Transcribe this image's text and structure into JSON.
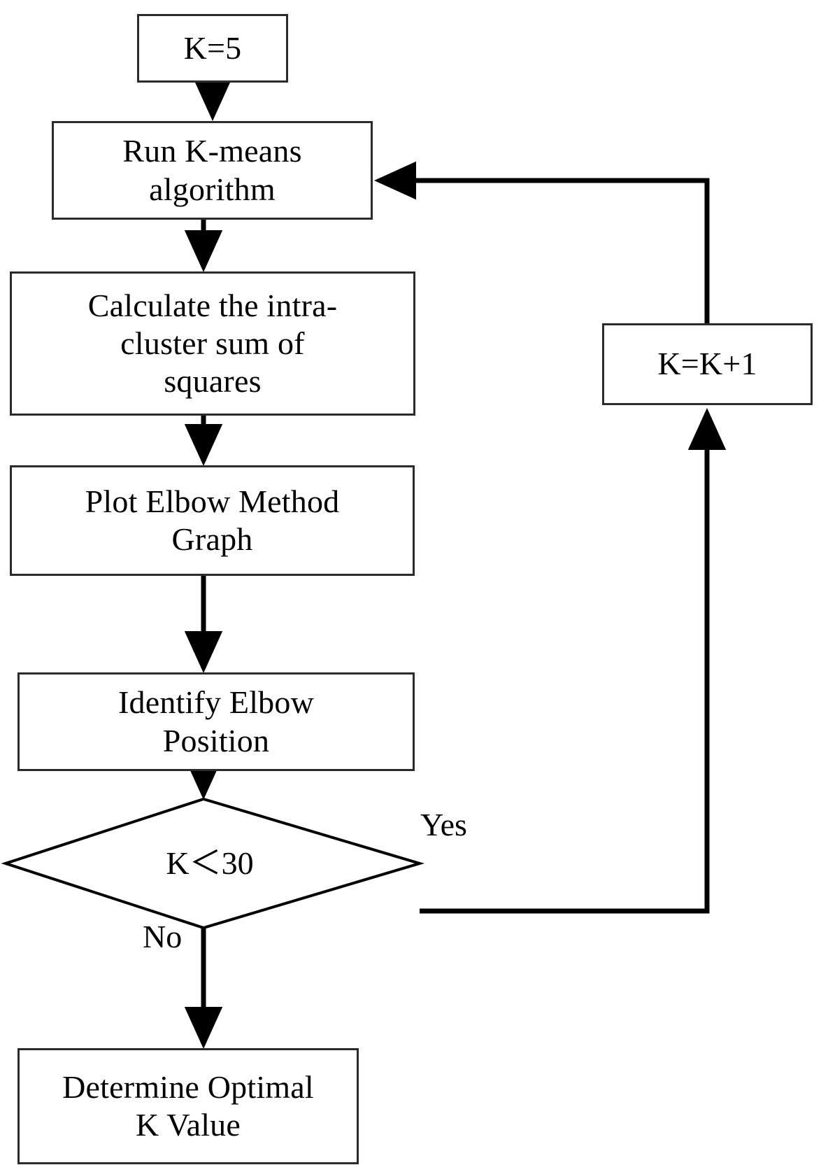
{
  "diagram": {
    "title": "Elbow Method K selection flowchart",
    "type": "flowchart",
    "stroke_color": "#2b2b2b",
    "fill_color": "#ffffff",
    "text_color": "#000000"
  },
  "nodes": {
    "start_k": {
      "label": "K=5",
      "shape": "rectangle"
    },
    "run_kmeans": {
      "label": "Run  K-means\nalgorithm",
      "shape": "rectangle"
    },
    "calculate_wcss": {
      "label": "Calculate the intra-\ncluster sum of\nsquares",
      "shape": "rectangle"
    },
    "plot_graph": {
      "label": "Plot Elbow Method\nGraph",
      "shape": "rectangle"
    },
    "identify_elbow": {
      "label": "Identify Elbow\nPosition",
      "shape": "rectangle"
    },
    "decision": {
      "label": "K＜30",
      "shape": "diamond"
    },
    "increment_k": {
      "label": "K=K+1",
      "shape": "rectangle"
    },
    "determine_k": {
      "label": "Determine Optimal\nK Value",
      "shape": "rectangle"
    }
  },
  "edge_labels": {
    "yes": "Yes",
    "no": "No"
  }
}
